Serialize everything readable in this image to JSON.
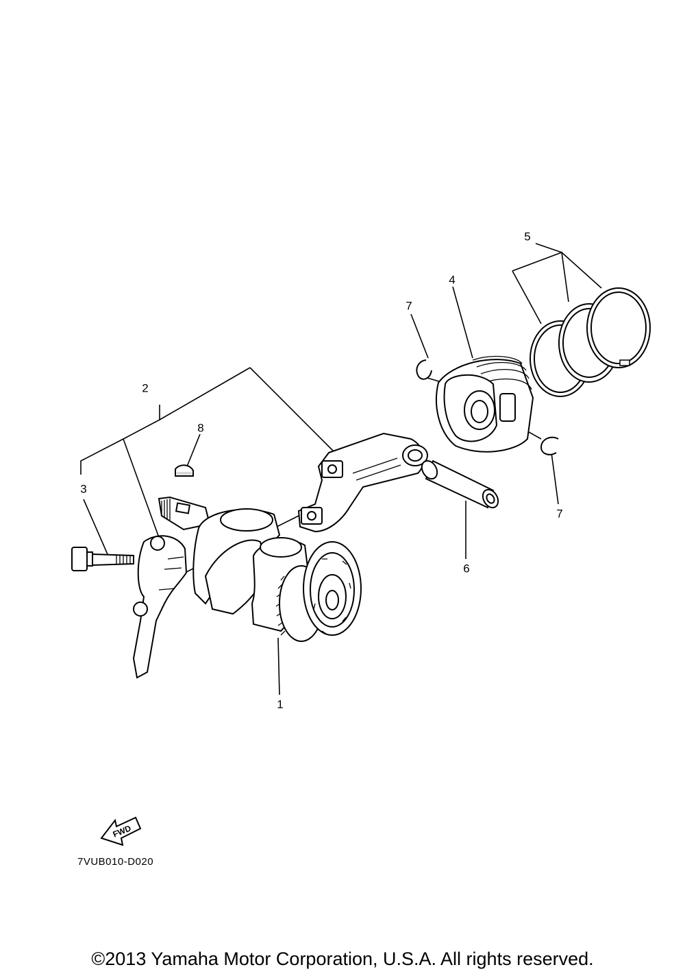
{
  "callouts": {
    "c1": "1",
    "c2": "2",
    "c3": "3",
    "c4": "4",
    "c5": "5",
    "c6": "6",
    "c7a": "7",
    "c7b": "7",
    "c8": "8"
  },
  "fwd_label": "FWD",
  "diagram_code": "7VUB010-D020",
  "copyright": "©2013 Yamaha Motor Corporation, U.S.A. All rights reserved."
}
